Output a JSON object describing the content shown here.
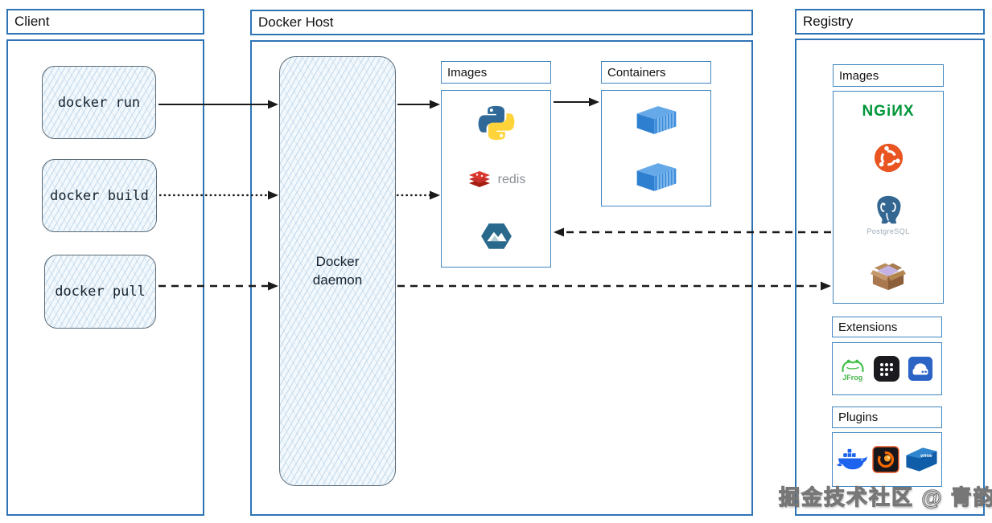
{
  "client": {
    "title": "Client",
    "commands": [
      {
        "label": "docker run"
      },
      {
        "label": "docker build"
      },
      {
        "label": "docker pull"
      }
    ]
  },
  "docker_host": {
    "title": "Docker Host",
    "daemon_label": "Docker daemon",
    "images_panel": {
      "title": "Images",
      "items": [
        {
          "icon": "python-logo"
        },
        {
          "icon": "redis-logo",
          "label": "redis"
        },
        {
          "icon": "mountain-hexagon-logo"
        }
      ]
    },
    "containers_panel": {
      "title": "Containers",
      "items": [
        {
          "icon": "container-icon"
        },
        {
          "icon": "container-icon"
        }
      ]
    }
  },
  "registry": {
    "title": "Registry",
    "images_panel": {
      "title": "Images",
      "items": [
        {
          "icon": "nginx-logo",
          "label": "NGiИX"
        },
        {
          "icon": "ubuntu-logo"
        },
        {
          "icon": "postgresql-logo",
          "label": "PostgreSQL"
        },
        {
          "icon": "busybox-box-logo"
        }
      ]
    },
    "extensions_panel": {
      "title": "Extensions",
      "items": [
        {
          "icon": "jfrog-logo",
          "label": "JFrog"
        },
        {
          "icon": "dots-grid-app-icon"
        },
        {
          "icon": "server-app-icon"
        }
      ]
    },
    "plugins_panel": {
      "title": "Plugins",
      "items": [
        {
          "icon": "docker-whale-icon"
        },
        {
          "icon": "grafana-icon"
        },
        {
          "icon": "vmware-icon",
          "label": "vmw"
        }
      ]
    }
  },
  "arrows": [
    {
      "from": "docker-run",
      "to": "docker-daemon",
      "style": "solid"
    },
    {
      "from": "docker-build",
      "to": "docker-daemon",
      "style": "dotted"
    },
    {
      "from": "docker-pull",
      "to": "docker-daemon",
      "style": "dashed"
    },
    {
      "from": "docker-daemon",
      "to": "host-images",
      "style": "solid"
    },
    {
      "from": "docker-daemon",
      "to": "host-images",
      "style": "dotted"
    },
    {
      "from": "host-images",
      "to": "containers",
      "style": "solid"
    },
    {
      "from": "registry-images",
      "to": "host-images",
      "style": "dashed"
    },
    {
      "from": "docker-daemon",
      "to": "registry-images",
      "style": "dashed"
    }
  ],
  "watermark": "掘金技术社区 @ 青韵",
  "colors": {
    "frame_blue": "#2E74B5",
    "panel_blue": "#4186C0",
    "sketch_fill": "#F2F8FC",
    "arrow_black": "#1a1a1a",
    "nginx_green": "#009639",
    "ubuntu_orange": "#E95420",
    "redis_red": "#C6302B",
    "python_blue": "#306998",
    "python_yellow": "#FFD43B",
    "container_blue": "#2E86DE",
    "docker_blue": "#1D63ED",
    "postgres_blue": "#336791"
  },
  "icons": {
    "python-logo": "two interlocked snakes",
    "redis-logo": "red stacked rhombus layers",
    "mountain-hexagon-logo": "teal hexagon with white mountains",
    "container-icon": "blue 3d shipping container",
    "nginx-logo": "green wordmark",
    "ubuntu-logo": "orange circle of friends",
    "postgresql-logo": "blue elephant head",
    "busybox-box-logo": "open cardboard box",
    "jfrog-logo": "green frog",
    "dots-grid-app-icon": "black square with white dots",
    "server-app-icon": "blue square with white drive",
    "docker-whale-icon": "blue whale with containers",
    "grafana-icon": "dark square with orange swirl",
    "vmware-icon": "blue faceted badge"
  }
}
